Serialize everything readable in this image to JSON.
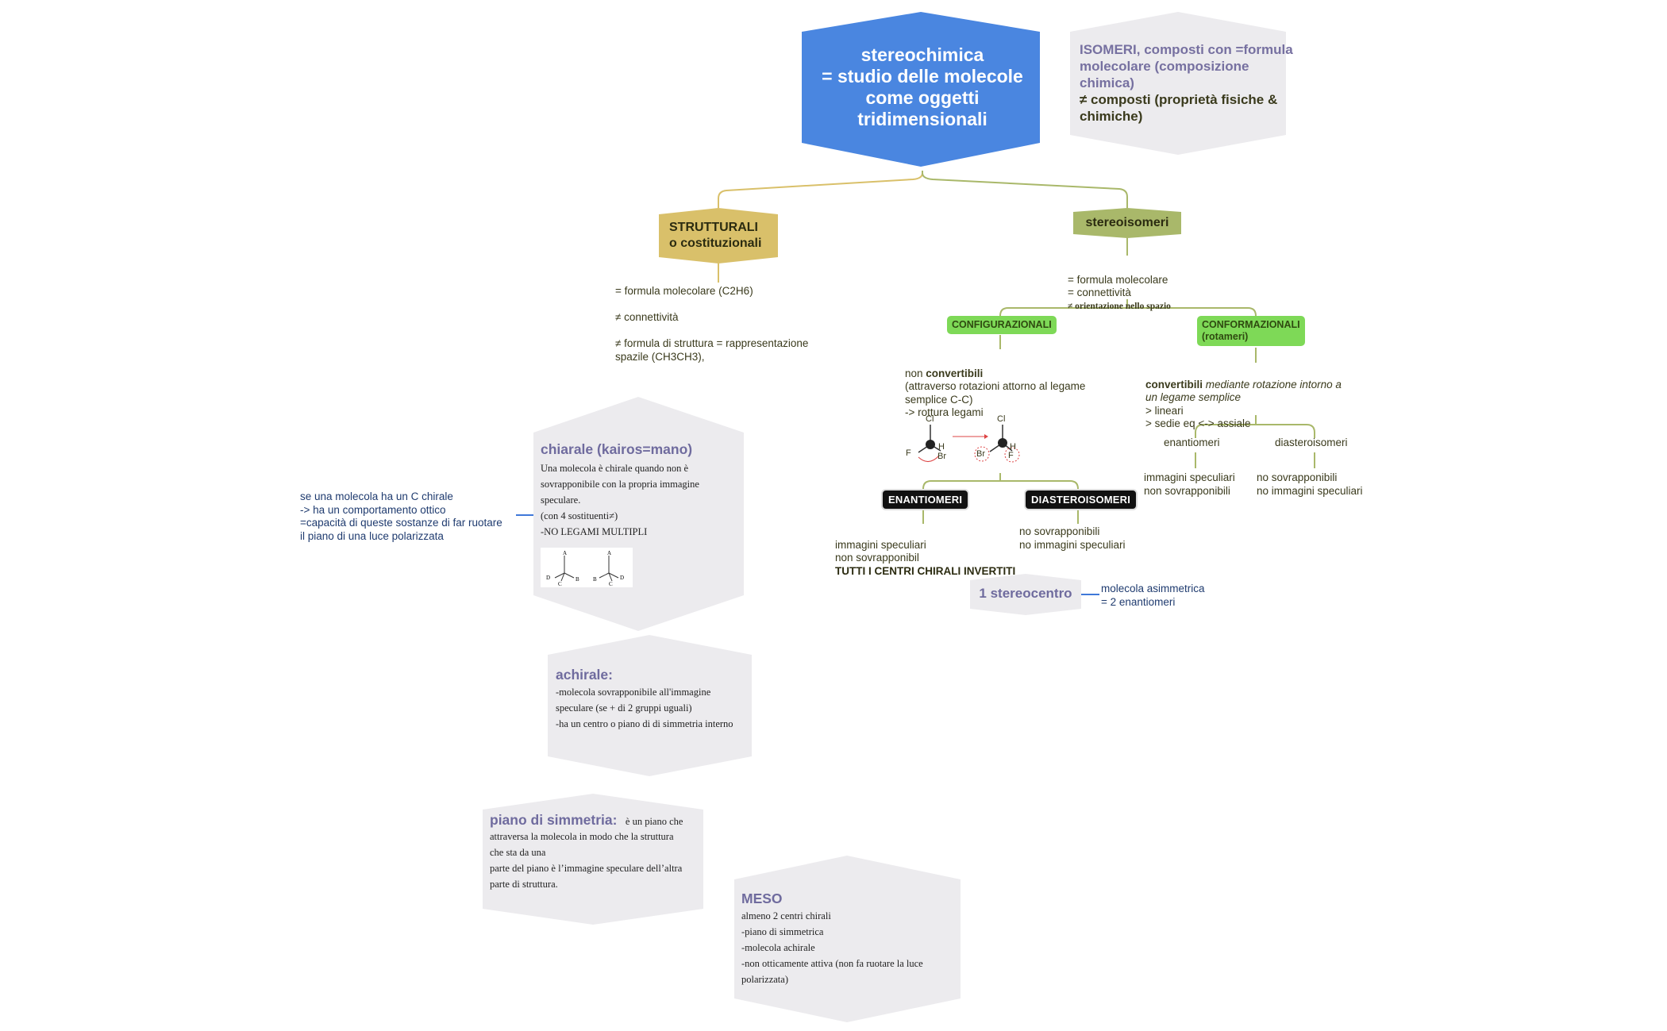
{
  "root": {
    "title": "stereochimica\n= studio delle molecole\ncome oggetti\ntridimensionali"
  },
  "isomeri": {
    "line1": "ISOMERI, composti con =formula molecolare (composizione chimica)",
    "line2": "≠ composti (proprietà fisiche & chimiche)"
  },
  "strutturali": {
    "label": "STRUTTURALI\no costituzionali",
    "details": "= formula molecolare (C2H6)\n\n≠ connettività\n\n≠ formula di struttura = rappresentazione\nspazile (CH3CH3),"
  },
  "stereoisomeri": {
    "label": "stereoisomeri",
    "details_a": "= formula molecolare\n= connettività",
    "details_b": "≠ orientazione nello spazio"
  },
  "configurazionali": {
    "label": "CONFIGURAZIONALI",
    "details_prefix": "non ",
    "details_bold": "convertibili",
    "details_rest": "(attraverso rotazioni attorno al legame\nsemplice C-C)\n-> rottura legami",
    "molecule_labels": [
      "Cl",
      "H",
      "F",
      "Br",
      "Cl",
      "H",
      "Br",
      "F"
    ]
  },
  "conformazionali": {
    "label": "CONFORMAZIONALI\n(rotameri)",
    "details_bold": "convertibili",
    "details_italic": " mediante rotazione intorno a\nun legame semplice",
    "details_rest": "> lineari\n> sedie eq <-> assiale",
    "enantiomeri_label": "enantiomeri",
    "enantiomeri_details": "immagini speculiari\nnon sovrapponibili",
    "diasteroisomeri_label": "diasteroisomeri",
    "diasteroisomeri_details": "no sovrapponibili\nno immagini speculiari"
  },
  "enantiomeri": {
    "label": "ENANTIOMERI",
    "details": "immagini speculiari\nnon sovrapponibil",
    "details_bold": "TUTTI I CENTRI CHIRALI INVERTITI"
  },
  "diasteroisomeri": {
    "label": "DIASTEROISOMERI",
    "details": "no sovrapponibili\nno immagini speculiari"
  },
  "stereocentro": {
    "label": "1 stereocentro",
    "note": "molecola asimmetrica\n= 2 enantiomeri"
  },
  "chirale": {
    "title": "chiarale (kairos=mano)",
    "body": "Una molecola è chirale quando non è\nsovrapponibile con la propria immagine\nspeculare.",
    "body2": "(con 4 sostituenti≠)\n-NO LEGAMI MULTIPLI",
    "figure_labels": [
      "A",
      "D",
      "B",
      "C",
      "A",
      "B",
      "D",
      "C"
    ],
    "side_note": "se una molecola ha un C chirale\n-> ha un comportamento ottico\n=capacità di queste sostanze di far ruotare\nil piano di una luce polarizzata"
  },
  "achirale": {
    "title": "achirale:",
    "body": "-molecola sovrapponibile all'immagine\nspeculare (se + di 2 gruppi uguali)\n-ha un centro o piano di di simmetria interno"
  },
  "piano": {
    "title": "piano di simmetria:",
    "body_first": "è un piano che",
    "body": "attraversa la molecola in modo che la struttura\nche sta da una\nparte del piano è l’immagine speculare dell’altra\nparte di struttura."
  },
  "meso": {
    "title": "MESO",
    "body": "almeno 2 centri chirali\n-piano di simmetrica\n-molecola achirale\n-non otticamente attiva (non fa ruotare la luce\npolarizzata)"
  },
  "colors": {
    "root": "#4a86e0",
    "strutturali": "#d9c06a",
    "stereoisomeri": "#a9b86a",
    "green": "#7ed957",
    "grey_hex": "#ecebee",
    "accent_purple": "#6f6b9e",
    "note_blue": "#1f3b6f"
  }
}
